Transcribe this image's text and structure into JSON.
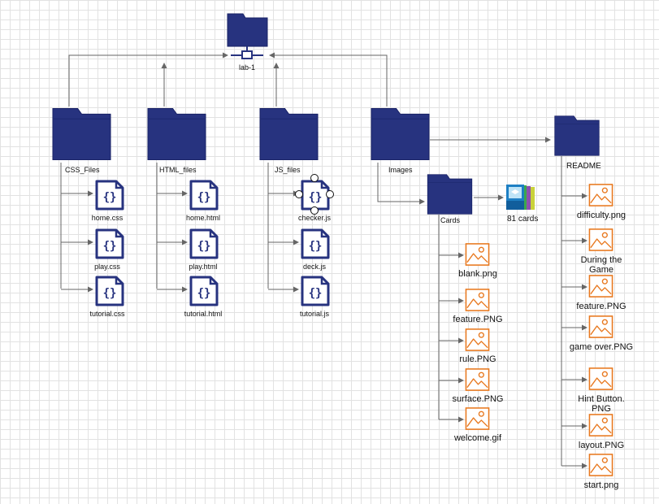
{
  "colors": {
    "folder": "#27337f",
    "folder_outline": "#1a2366",
    "code_icon": "#27337f",
    "image_icon": "#e8781e",
    "line": "#666666"
  },
  "root": {
    "label": "lab-1",
    "icon": "network-folder-icon"
  },
  "folders": {
    "css": "CSS_Files",
    "html": "HTML_files",
    "js": "JS_files",
    "images": "Images",
    "readme": "README",
    "cards": "Cards"
  },
  "css_files": [
    "home.css",
    "play.css",
    "tutorial.css"
  ],
  "html_files": [
    "home.html",
    "play.html",
    "tutorial.html"
  ],
  "js_files": [
    "checker.js",
    "deck.js",
    "tutorial.js"
  ],
  "card_set": {
    "label": "81 cards",
    "icon": "image-stack-icon"
  },
  "images_files": [
    "blank.png",
    "feature.PNG",
    "rule.PNG",
    "surface.PNG",
    "welcome.gif"
  ],
  "readme_files": [
    "difficulty.png",
    "During the Game",
    "feature.PNG",
    "game over.PNG",
    "Hint Button. PNG",
    "layout.PNG",
    "start.png"
  ]
}
